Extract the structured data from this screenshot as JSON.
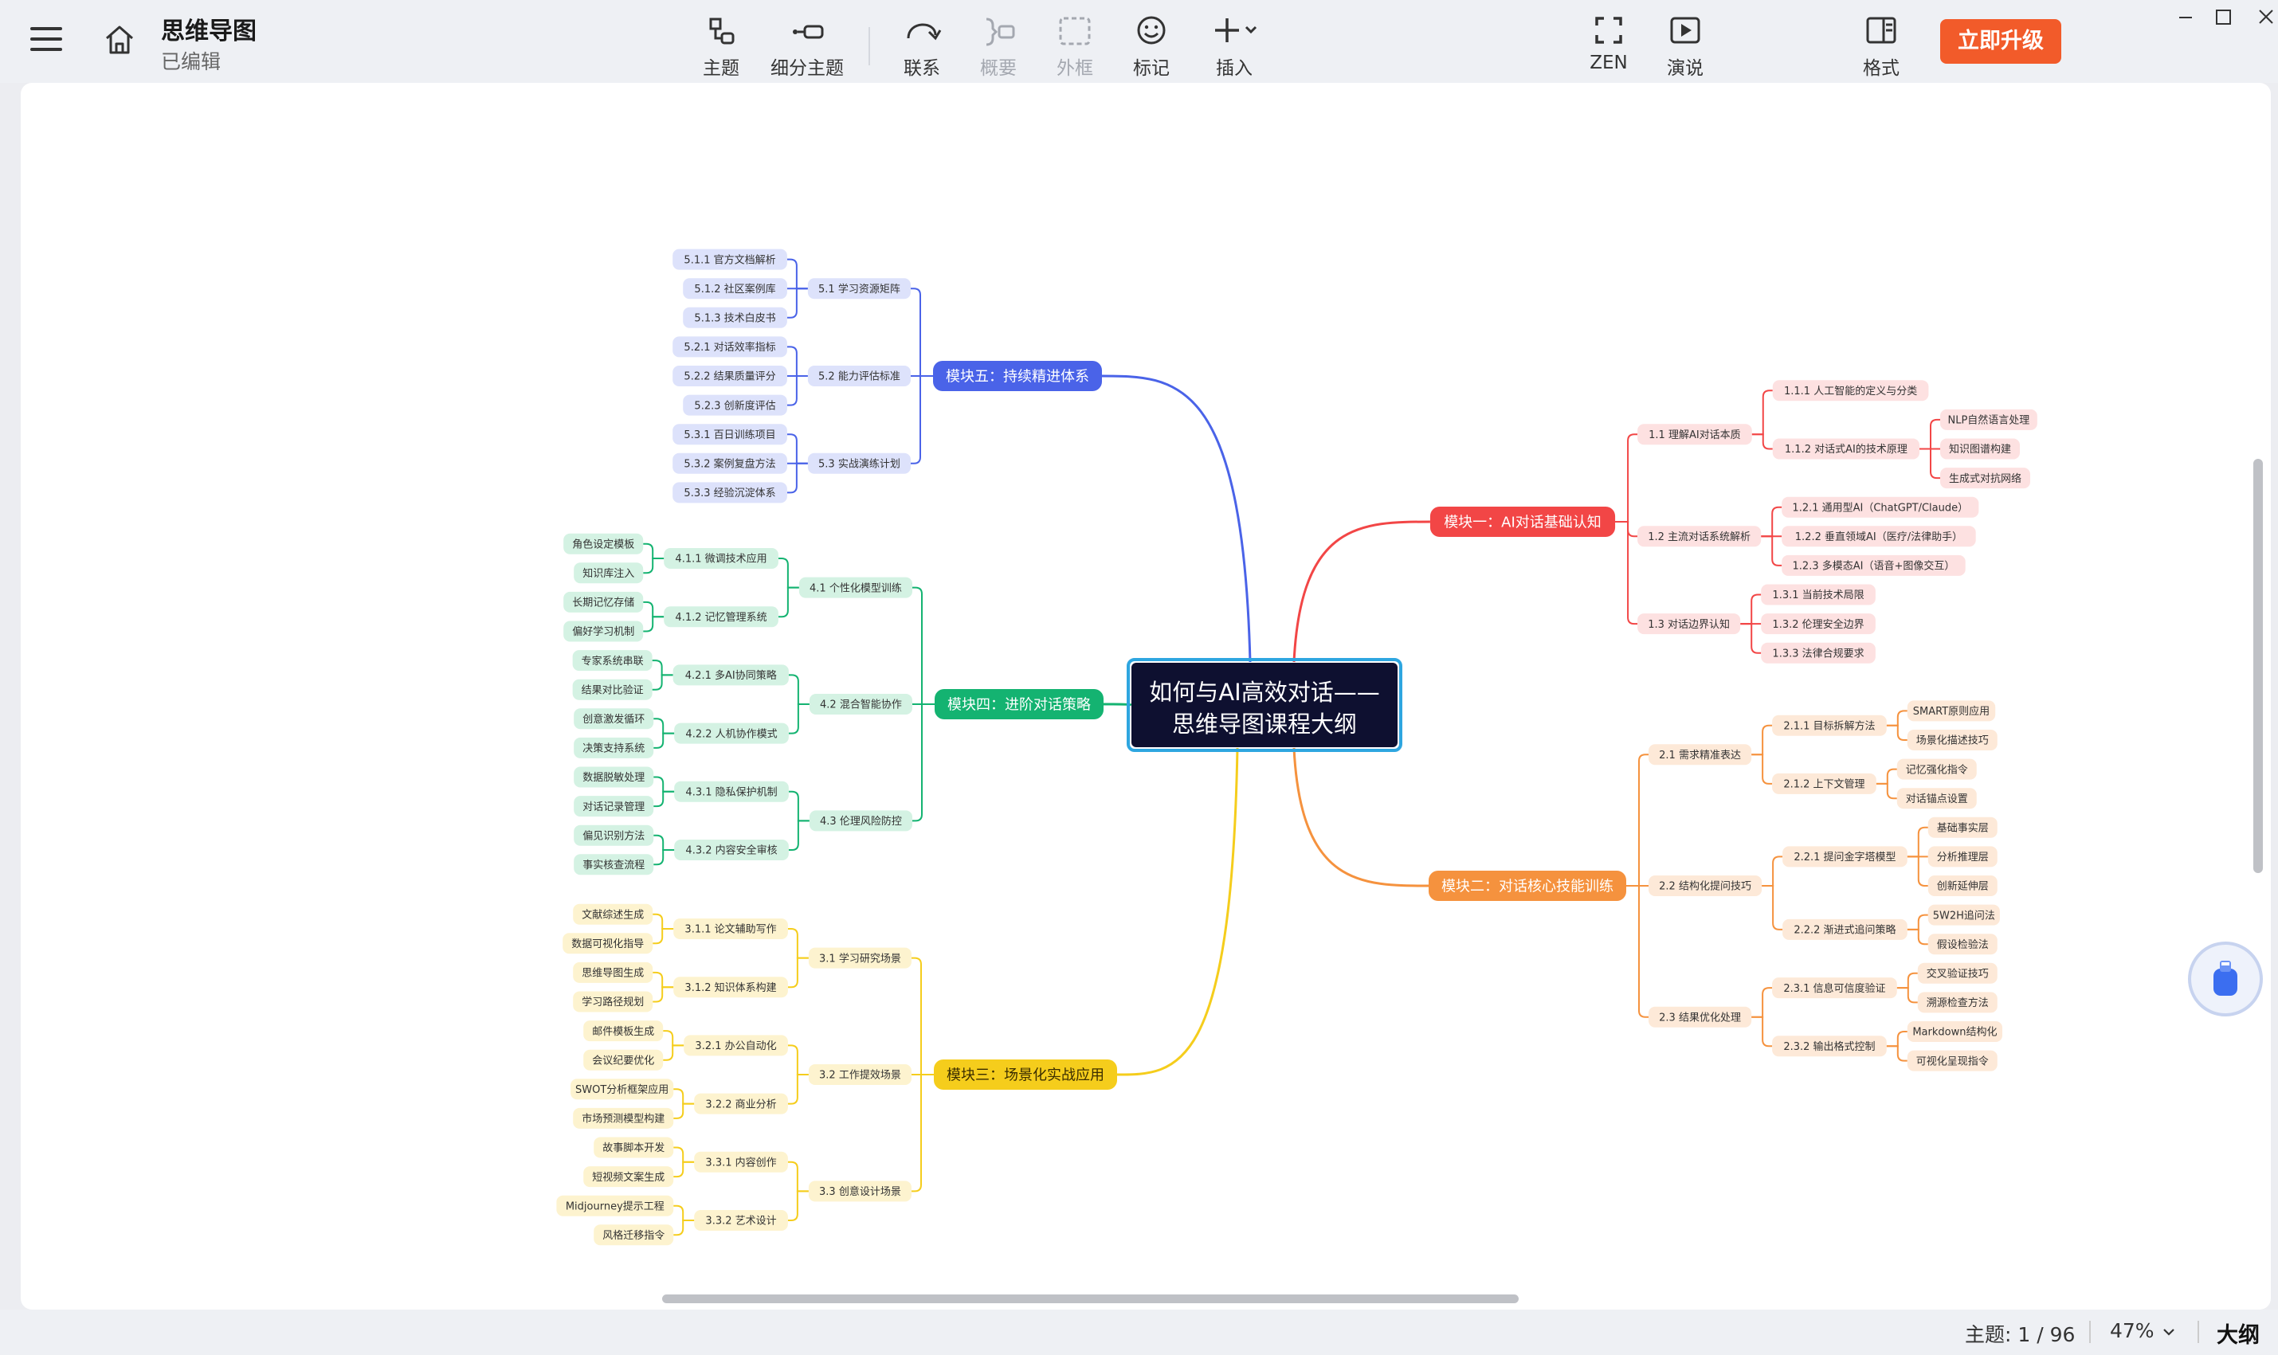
{
  "header": {
    "title": "思维导图",
    "status": "已编辑",
    "toolbar": [
      {
        "id": "topic",
        "label": "主题",
        "icon": "topic-icon",
        "enabled": true
      },
      {
        "id": "subtopic",
        "label": "细分主题",
        "icon": "subtopic-icon",
        "enabled": true
      },
      {
        "id": "relation",
        "label": "联系",
        "icon": "relation-icon",
        "enabled": true
      },
      {
        "id": "summary",
        "label": "概要",
        "icon": "summary-icon",
        "enabled": false
      },
      {
        "id": "boundary",
        "label": "外框",
        "icon": "boundary-icon",
        "enabled": false
      },
      {
        "id": "marker",
        "label": "标记",
        "icon": "smiley-icon",
        "enabled": true
      },
      {
        "id": "insert",
        "label": "插入",
        "icon": "plus-icon",
        "enabled": true
      },
      {
        "id": "zen",
        "label": "ZEN",
        "icon": "fullscreen-icon",
        "enabled": true
      },
      {
        "id": "present",
        "label": "演说",
        "icon": "play-icon",
        "enabled": true
      },
      {
        "id": "format",
        "label": "格式",
        "icon": "format-panel-icon",
        "enabled": true
      }
    ],
    "upgrade_label": "立即升级"
  },
  "mindmap": {
    "root": {
      "label": "如何与AI高效对话——",
      "label2": "思维导图课程大纲"
    },
    "modules": [
      {
        "label": "模块一：AI对话基础认知",
        "color": "#f24646",
        "light": "#fde1e1",
        "subs": [
          {
            "label": "1.1 理解AI对话本质",
            "items": [
              {
                "label": "1.1.1 人工智能的定义与分类",
                "leaves": []
              },
              {
                "label": "1.1.2 对话式AI的技术原理",
                "leaves": [
                  "NLP自然语言处理",
                  "知识图谱构建",
                  "生成式对抗网络"
                ]
              }
            ]
          },
          {
            "label": "1.2 主流对话系统解析",
            "items": [
              {
                "label": "1.2.1 通用型AI（ChatGPT/Claude）",
                "leaves": []
              },
              {
                "label": "1.2.2 垂直领域AI（医疗/法律助手）",
                "leaves": []
              },
              {
                "label": "1.2.3 多模态AI（语音+图像交互）",
                "leaves": []
              }
            ]
          },
          {
            "label": "1.3 对话边界认知",
            "items": [
              {
                "label": "1.3.1 当前技术局限",
                "leaves": []
              },
              {
                "label": "1.3.2 伦理安全边界",
                "leaves": []
              },
              {
                "label": "1.3.3 法律合规要求",
                "leaves": []
              }
            ]
          }
        ]
      },
      {
        "label": "模块二：对话核心技能训练",
        "color": "#f5923e",
        "light": "#fde9d8",
        "subs": [
          {
            "label": "2.1 需求精准表达",
            "items": [
              {
                "label": "2.1.1 目标拆解方法",
                "leaves": [
                  "SMART原则应用",
                  "场景化描述技巧"
                ]
              },
              {
                "label": "2.1.2 上下文管理",
                "leaves": [
                  "记忆强化指令",
                  "对话锚点设置"
                ]
              }
            ]
          },
          {
            "label": "2.2 结构化提问技巧",
            "items": [
              {
                "label": "2.2.1 提问金字塔模型",
                "leaves": [
                  "基础事实层",
                  "分析推理层",
                  "创新延伸层"
                ]
              },
              {
                "label": "2.2.2 渐进式追问策略",
                "leaves": [
                  "5W2H追问法",
                  "假设检验法"
                ]
              }
            ]
          },
          {
            "label": "2.3 结果优化处理",
            "items": [
              {
                "label": "2.3.1 信息可信度验证",
                "leaves": [
                  "交叉验证技巧",
                  "溯源检查方法"
                ]
              },
              {
                "label": "2.3.2 输出格式控制",
                "leaves": [
                  "Markdown结构化",
                  "可视化呈现指令"
                ]
              }
            ]
          }
        ]
      },
      {
        "label": "模块三：场景化实战应用",
        "color": "#f5cd1c",
        "light": "#fdf3cf",
        "subs": [
          {
            "label": "3.1 学习研究场景",
            "items": [
              {
                "label": "3.1.1 论文辅助写作",
                "leaves": [
                  "文献综述生成",
                  "数据可视化指导"
                ]
              },
              {
                "label": "3.1.2 知识体系构建",
                "leaves": [
                  "思维导图生成",
                  "学习路径规划"
                ]
              }
            ]
          },
          {
            "label": "3.2 工作提效场景",
            "items": [
              {
                "label": "3.2.1 办公自动化",
                "leaves": [
                  "邮件模板生成",
                  "会议纪要优化"
                ]
              },
              {
                "label": "3.2.2 商业分析",
                "leaves": [
                  "SWOT分析框架应用",
                  "市场预测模型构建"
                ]
              }
            ]
          },
          {
            "label": "3.3 创意设计场景",
            "items": [
              {
                "label": "3.3.1 内容创作",
                "leaves": [
                  "故事脚本开发",
                  "短视频文案生成"
                ]
              },
              {
                "label": "3.3.2 艺术设计",
                "leaves": [
                  "Midjourney提示工程",
                  "风格迁移指令"
                ]
              }
            ]
          }
        ]
      },
      {
        "label": "模块四：进阶对话策略",
        "color": "#14b371",
        "light": "#d4f2e3",
        "subs": [
          {
            "label": "4.1 个性化模型训练",
            "items": [
              {
                "label": "4.1.1 微调技术应用",
                "leaves": [
                  "角色设定模板",
                  "知识库注入"
                ]
              },
              {
                "label": "4.1.2 记忆管理系统",
                "leaves": [
                  "长期记忆存储",
                  "偏好学习机制"
                ]
              }
            ]
          },
          {
            "label": "4.2 混合智能协作",
            "items": [
              {
                "label": "4.2.1 多AI协同策略",
                "leaves": [
                  "专家系统串联",
                  "结果对比验证"
                ]
              },
              {
                "label": "4.2.2 人机协作模式",
                "leaves": [
                  "创意激发循环",
                  "决策支持系统"
                ]
              }
            ]
          },
          {
            "label": "4.3 伦理风险防控",
            "items": [
              {
                "label": "4.3.1 隐私保护机制",
                "leaves": [
                  "数据脱敏处理",
                  "对话记录管理"
                ]
              },
              {
                "label": "4.3.2 内容安全审核",
                "leaves": [
                  "偏见识别方法",
                  "事实核查流程"
                ]
              }
            ]
          }
        ]
      },
      {
        "label": "模块五：持续精进体系",
        "color": "#4a63e8",
        "light": "#dde2fb",
        "subs": [
          {
            "label": "5.1 学习资源矩阵",
            "items": [
              {
                "label": "5.1.1 官方文档解析",
                "leaves": []
              },
              {
                "label": "5.1.2 社区案例库",
                "leaves": []
              },
              {
                "label": "5.1.3 技术白皮书",
                "leaves": []
              }
            ]
          },
          {
            "label": "5.2 能力评估标准",
            "items": [
              {
                "label": "5.2.1 对话效率指标",
                "leaves": []
              },
              {
                "label": "5.2.2 结果质量评分",
                "leaves": []
              },
              {
                "label": "5.2.3 创新度评估",
                "leaves": []
              }
            ]
          },
          {
            "label": "5.3 实战演练计划",
            "items": [
              {
                "label": "5.3.1 百日训练项目",
                "leaves": []
              },
              {
                "label": "5.3.2 案例复盘方法",
                "leaves": []
              },
              {
                "label": "5.3.3 经验沉淀体系",
                "leaves": []
              }
            ]
          }
        ]
      }
    ]
  },
  "statusbar": {
    "topic_count": "主题: 1 / 96",
    "zoom": "47%",
    "outline_label": "大纲"
  }
}
